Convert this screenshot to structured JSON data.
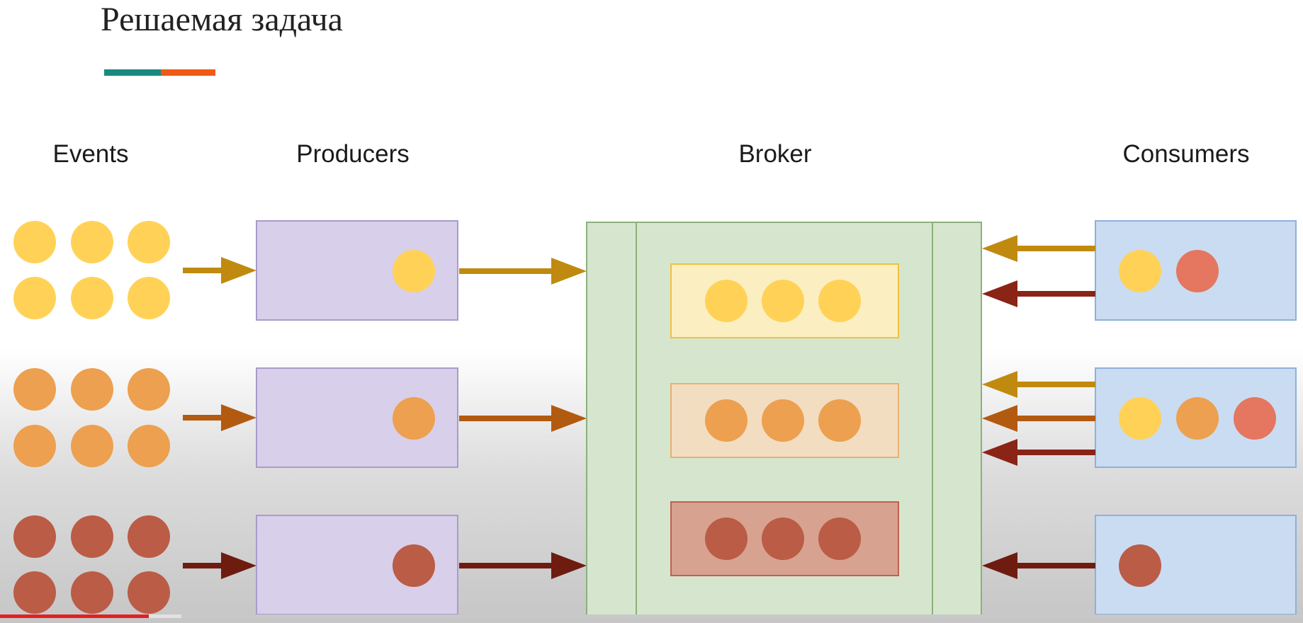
{
  "slide": {
    "title": "Решаемая задача",
    "accent_colors": [
      "#1a8a80",
      "#f05a14"
    ]
  },
  "columns": {
    "events": "Events",
    "producers": "Producers",
    "broker": "Broker",
    "consumers": "Consumers"
  },
  "colors": {
    "yellow": "#ffd257",
    "orange": "#eda04f",
    "red": "#bb5c46",
    "consumer_red": "#e5765f",
    "arrow_yellow": "#c08a10",
    "arrow_orange": "#b25a10",
    "arrow_red": "#6e1c10",
    "arrow_darkred": "#8a2416",
    "producer_box": "#d8cfea",
    "consumer_box": "#cadcf2",
    "broker_box": "#d6e6ce",
    "partition_yellow": "#fff0c0",
    "partition_orange": "#f5dcc0",
    "partition_red": "#d89a8a"
  },
  "event_groups": [
    {
      "color": "yellow",
      "count": 6
    },
    {
      "color": "orange",
      "count": 6
    },
    {
      "color": "red",
      "count": 6
    }
  ],
  "producers": [
    {
      "color": "yellow"
    },
    {
      "color": "orange"
    },
    {
      "color": "red"
    }
  ],
  "broker_partitions": [
    {
      "color": "yellow",
      "count": 3
    },
    {
      "color": "orange",
      "count": 3
    },
    {
      "color": "red",
      "count": 3
    }
  ],
  "consumers": [
    {
      "events": [
        "yellow",
        "consumer_red"
      ],
      "arrows": [
        "arrow_yellow",
        "arrow_darkred"
      ]
    },
    {
      "events": [
        "yellow",
        "orange",
        "consumer_red"
      ],
      "arrows": [
        "arrow_yellow",
        "arrow_orange",
        "arrow_darkred"
      ]
    },
    {
      "events": [
        "red"
      ],
      "arrows": [
        "arrow_red"
      ]
    }
  ],
  "video_progress": {
    "played_fraction": 0.114,
    "buffered_fraction": 0.139
  }
}
